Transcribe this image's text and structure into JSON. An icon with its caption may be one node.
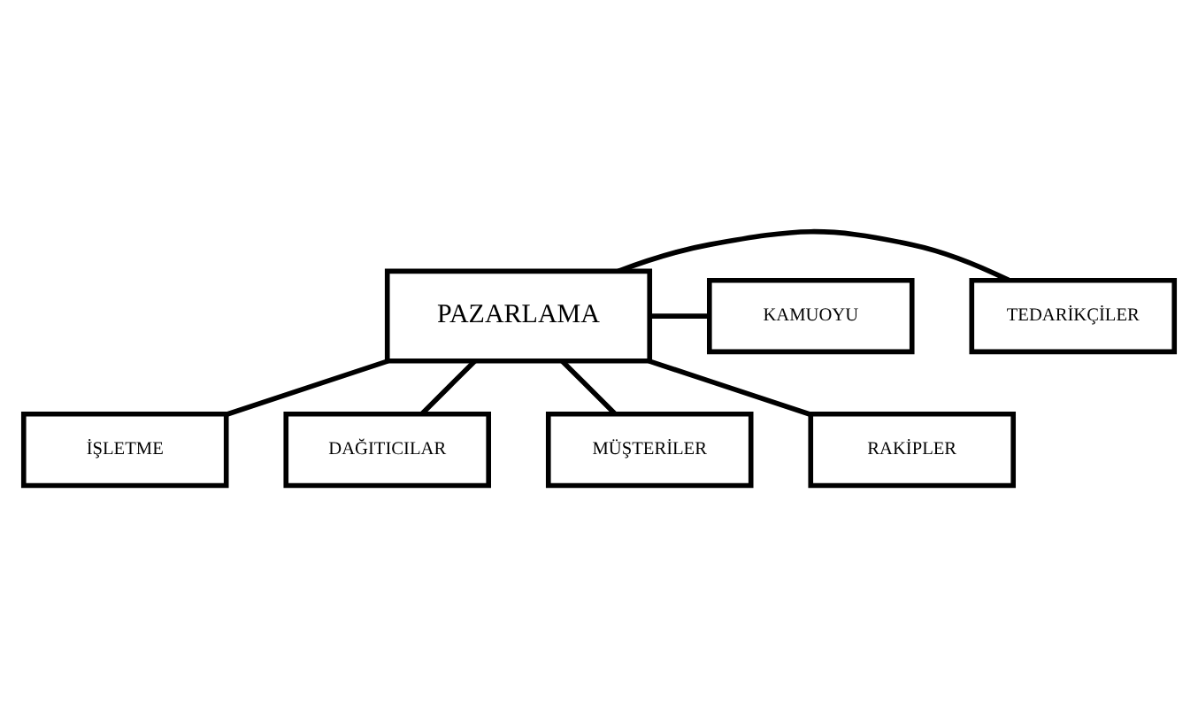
{
  "diagram": {
    "nodes": [
      {
        "text": [
          "İŞLETME"
        ]
      },
      {
        "text": [
          "TEDARİKÇİLER"
        ]
      },
      {
        "text": [
          "KAMUOYU"
        ]
      },
      {
        "text": [
          "PAZARLAMA"
        ]
      },
      {
        "text": [
          "DAĞITICILAR"
        ]
      },
      {
        "text": [
          "RAKİPLER"
        ]
      },
      {
        "text": [
          "MÜŞTERİLER"
        ]
      }
    ],
    "edges": [
      {
        "from": 3,
        "to": 0,
        "arrow": "none"
      },
      {
        "from": 3,
        "to": 1,
        "arrow": "none"
      },
      {
        "from": 3,
        "to": 2,
        "arrow": "none"
      },
      {
        "from": 3,
        "to": 4,
        "arrow": "none"
      },
      {
        "from": 3,
        "to": 5,
        "arrow": "none"
      },
      {
        "from": 3,
        "to": 6,
        "arrow": "none"
      }
    ]
  }
}
